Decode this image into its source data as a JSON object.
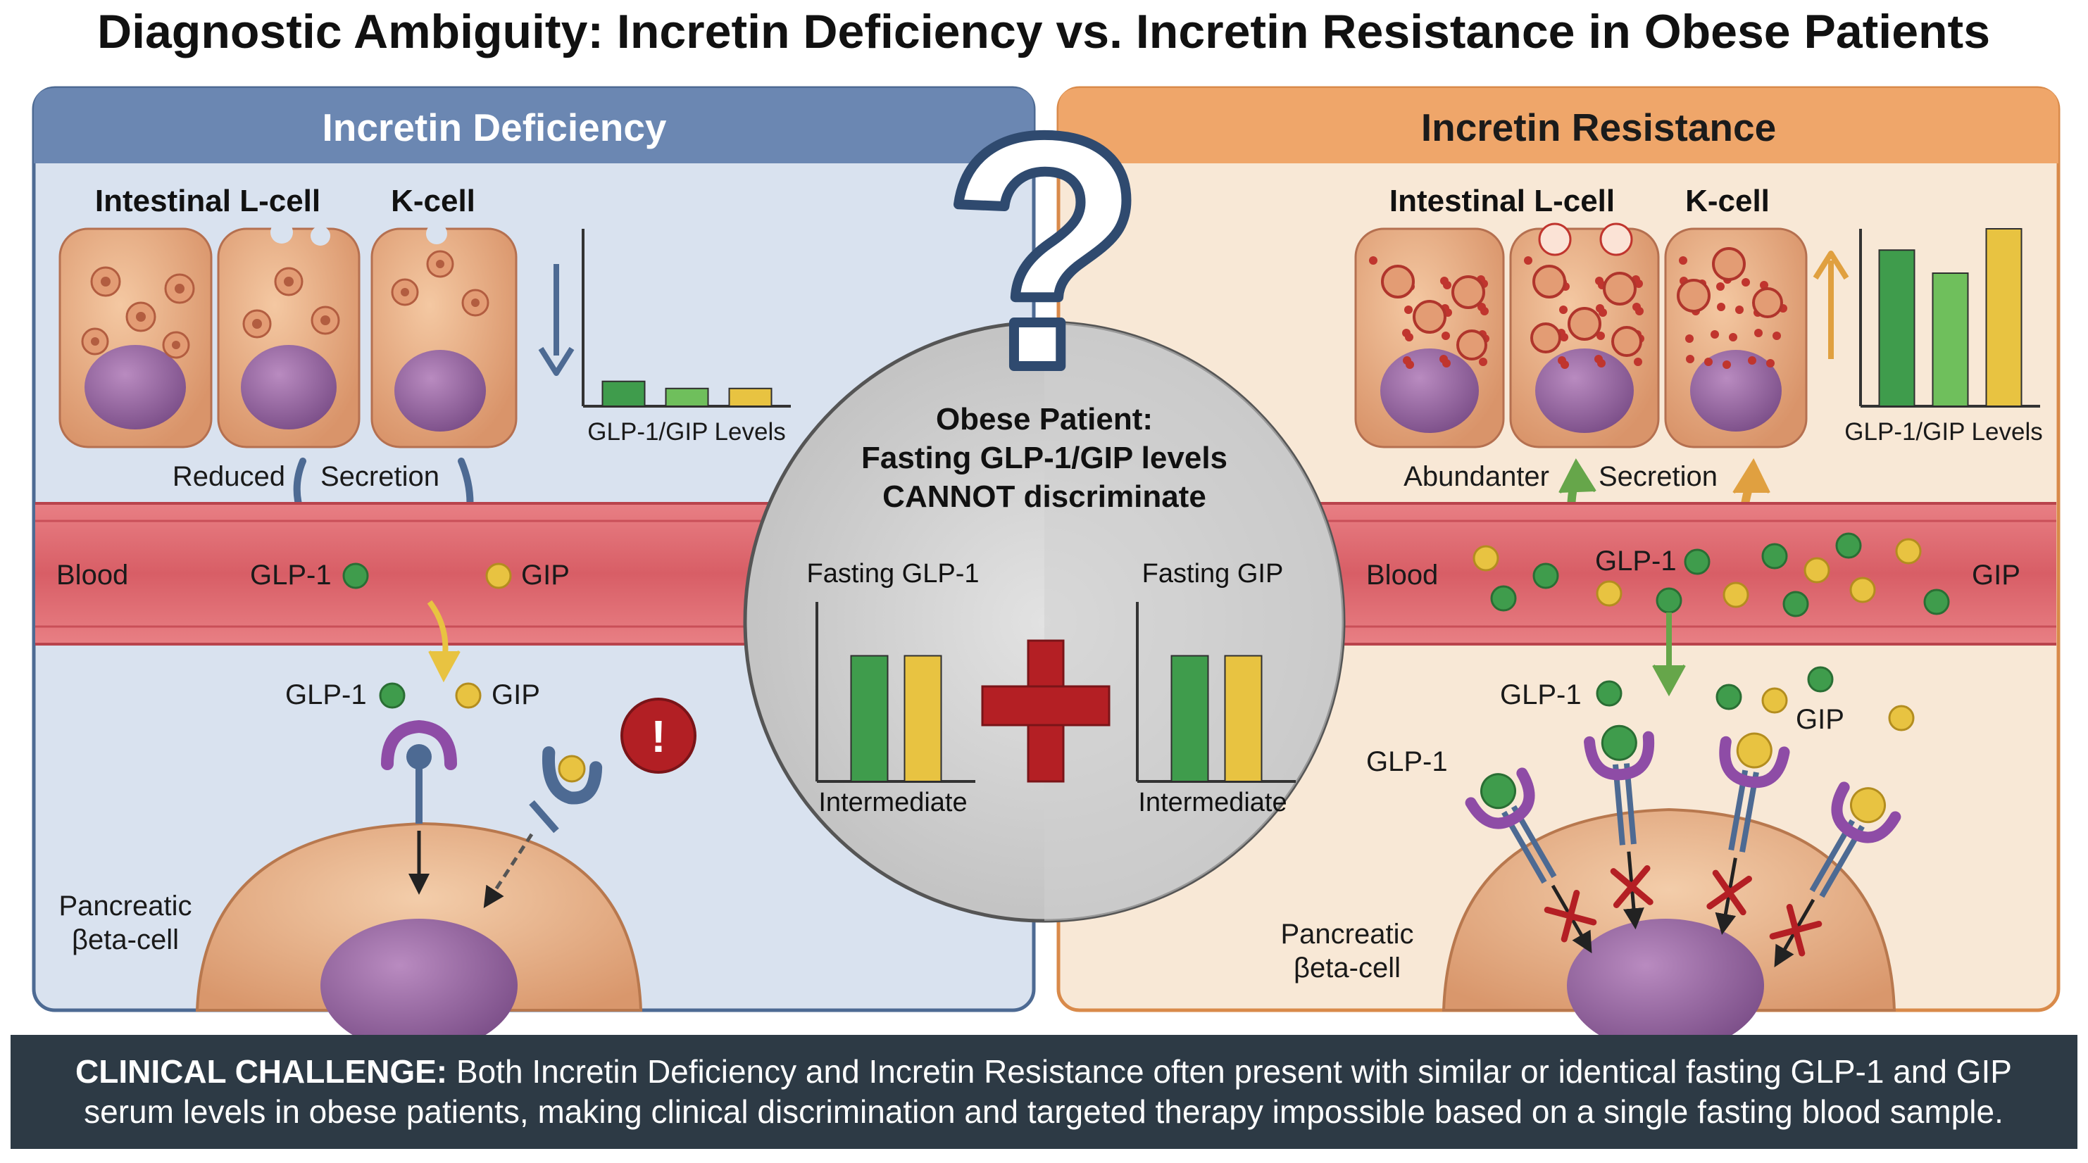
{
  "title": "Diagnostic Ambiguity: Incretin Deficiency vs. Incretin Resistance in Obese Patients",
  "colors": {
    "deficiency_header": "#6b87b2",
    "deficiency_panel": "#d9e2ef",
    "resistance_header": "#efa66a",
    "resistance_panel": "#f8e8d6",
    "blood": "#df6d72",
    "glp1": "#3f9c4c",
    "gip": "#e8c341",
    "footer": "#2d3a45",
    "red_cross": "#b41f24"
  },
  "left_panel": {
    "header": "Incretin Deficiency",
    "cell_label_l": "Intestinal L-cell",
    "cell_label_k": "K-cell",
    "chart_label": "GLP-1/GIP Levels",
    "secretion_left": "Reduced",
    "secretion_right": "Secretion",
    "blood_label": "Blood",
    "blood_glp1": "GLP-1",
    "blood_gip": "GIP",
    "receptor_glp1": "GLP-1",
    "receptor_gip": "GIP",
    "alert_symbol": "!",
    "beta_line1": "Pancreatic",
    "beta_line2": "βeta-cell",
    "trend": "down"
  },
  "right_panel": {
    "header": "Incretin Resistance",
    "cell_label_l": "Intestinal L-cell",
    "cell_label_k": "K-cell",
    "chart_label": "GLP-1/GIP Levels",
    "secretion_left": "Abundanter",
    "secretion_right": "Secretion",
    "blood_label": "Blood",
    "blood_glp1": "GLP-1",
    "blood_gip": "GIP",
    "receptor_glp1_a": "GLP-1",
    "receptor_glp1_b": "GLP-1",
    "receptor_gip": "GIP",
    "beta_line1": "Pancreatic",
    "beta_line2": "βeta-cell",
    "trend": "up"
  },
  "center": {
    "question_mark": "?",
    "line1": "Obese Patient:",
    "line2": "Fasting GLP-1/GIP levels",
    "line3": "CANNOT discriminate",
    "chart_left_title": "Fasting GLP-1",
    "chart_right_title": "Fasting GIP",
    "chart_left_caption": "Intermediate",
    "chart_right_caption": "Intermediate"
  },
  "chart_data": [
    {
      "type": "bar",
      "categories": [
        "GLP-1",
        "GIP",
        "GIP"
      ],
      "values": [
        0.14,
        0.1,
        0.1
      ],
      "colors": [
        "#3f9c4c",
        "#6fbf5c",
        "#e8c341"
      ],
      "xlabel": "GLP-1/GIP Levels",
      "ylim": [
        0,
        1
      ],
      "grid": false
    },
    {
      "type": "bar",
      "categories": [
        "GLP-1",
        "GIP",
        "GIP"
      ],
      "values": [
        0.88,
        0.75,
        1.0
      ],
      "colors": [
        "#3f9c4c",
        "#6fbf5c",
        "#e8c341"
      ],
      "xlabel": "GLP-1/GIP Levels",
      "ylim": [
        0,
        1
      ],
      "grid": false
    },
    {
      "type": "bar",
      "categories": [
        "GLP-1",
        "GIP"
      ],
      "values": [
        0.7,
        0.7
      ],
      "colors": [
        "#3f9c4c",
        "#e8c341"
      ],
      "title": "Fasting GLP-1",
      "xlabel": "Intermediate",
      "ylim": [
        0,
        1
      ],
      "grid": false
    },
    {
      "type": "bar",
      "categories": [
        "GLP-1",
        "GIP"
      ],
      "values": [
        0.7,
        0.7
      ],
      "colors": [
        "#3f9c4c",
        "#e8c341"
      ],
      "title": "Fasting GIP",
      "xlabel": "Intermediate",
      "ylim": [
        0,
        1
      ],
      "grid": false
    }
  ],
  "footer": {
    "lead": "CLINICAL CHALLENGE:",
    "line1": " Both Incretin Deficiency and Incretin Resistance often present with similar or identical fasting GLP-1 and GIP",
    "line2": "serum levels in obese patients, making clinical discrimination and targeted therapy impossible based on a single fasting blood sample."
  }
}
